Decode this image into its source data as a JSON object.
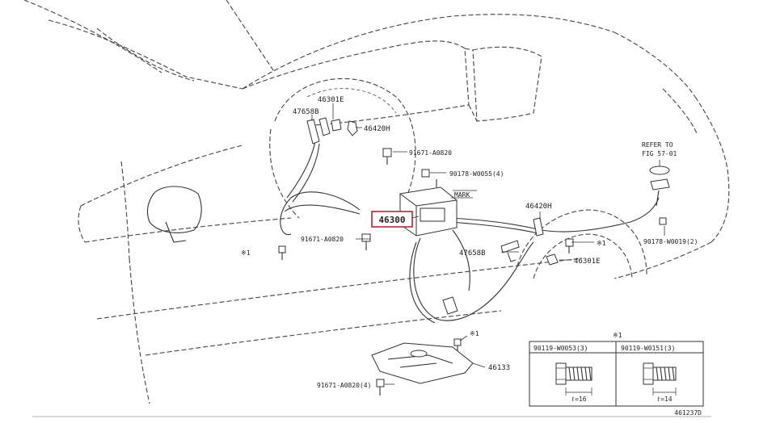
{
  "diagram_id": "461237D",
  "highlight_part": "46300",
  "labels": {
    "p46301e_top": "46301E",
    "p47658b_top": "47658B",
    "p46420h_top": "46420H",
    "p91671_a0820_top": "91671-A0820",
    "p90178_w0055": "90178-W0055(4)",
    "mark": "MARK",
    "p46300": "46300",
    "p91671_a0820_mid": "91671-A0820",
    "ref_note_1": "※1",
    "p46420h_right": "46420H",
    "p47658b_right": "47658B",
    "p46301e_right": "46301E",
    "p90178_w0019": "90178-W0019(2)",
    "refer_line1": "REFER TO",
    "refer_line2": "FIG 57-01",
    "p46133": "46133",
    "p91671_a0820_bottom": "91671-A0820(4)",
    "ref_note_2": "※1",
    "ref_note_3": "※1"
  },
  "bolt_table": {
    "header_note": "※1",
    "cells": [
      {
        "part": "90119-W0053(3)",
        "dim": "ℓ=16"
      },
      {
        "part": "90119-W0151(3)",
        "dim": "ℓ=14"
      }
    ]
  }
}
